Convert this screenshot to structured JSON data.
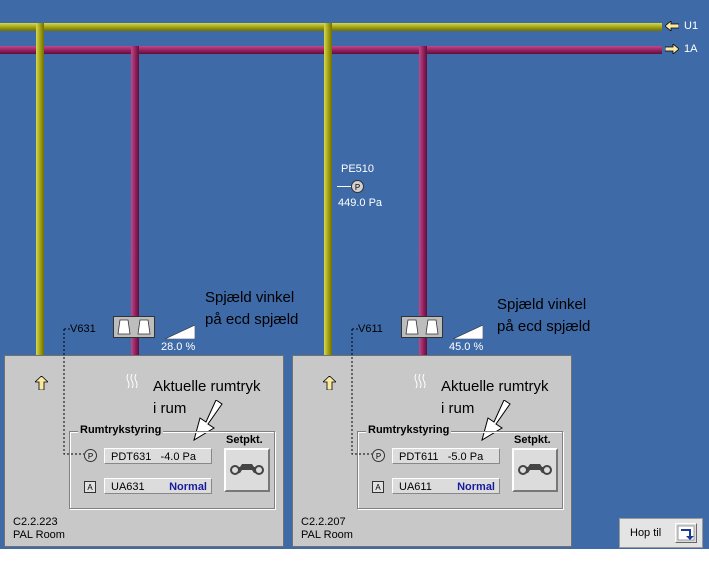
{
  "lines": {
    "u1_label": "U1",
    "a1_label": "1A"
  },
  "sensor": {
    "tag": "PE510",
    "value": "449.0 Pa",
    "symbol": "P"
  },
  "rooms": [
    {
      "valve_tag": "V631",
      "damper_pct": "28.0 %",
      "damper_note": [
        "Spjæld vinkel",
        "på ecd spjæld"
      ],
      "pressure_note": [
        "Aktuelle rumtryk",
        "i rum"
      ],
      "group_title": "Rumtrykstyring",
      "p_symbol": "P",
      "pdt_tag": "PDT631",
      "pdt_value": "-4.0 Pa",
      "a_symbol": "A",
      "ua_tag": "UA631",
      "ua_status": "Normal",
      "setpoint_label": "Setpkt.",
      "room_code": "C2.2.223",
      "room_name": "PAL Room"
    },
    {
      "valve_tag": "V611",
      "damper_pct": "45.0 %",
      "damper_note": [
        "Spjæld vinkel",
        "på ecd spjæld"
      ],
      "pressure_note": [
        "Aktuelle rumtryk",
        "i rum"
      ],
      "group_title": "Rumtrykstyring",
      "p_symbol": "P",
      "pdt_tag": "PDT611",
      "pdt_value": "-5.0 Pa",
      "a_symbol": "A",
      "ua_tag": "UA611",
      "ua_status": "Normal",
      "setpoint_label": "Setpkt.",
      "room_code": "C2.2.207",
      "room_name": "PAL Room"
    }
  ],
  "hop": {
    "label": "Hop til"
  },
  "colors": {
    "background": "#3e6aa7",
    "supply_pipe": "#9a9a10",
    "exhaust_pipe": "#8e1e5a",
    "panel": "#c8c8c8",
    "status_normal": "#1a1aa0"
  }
}
